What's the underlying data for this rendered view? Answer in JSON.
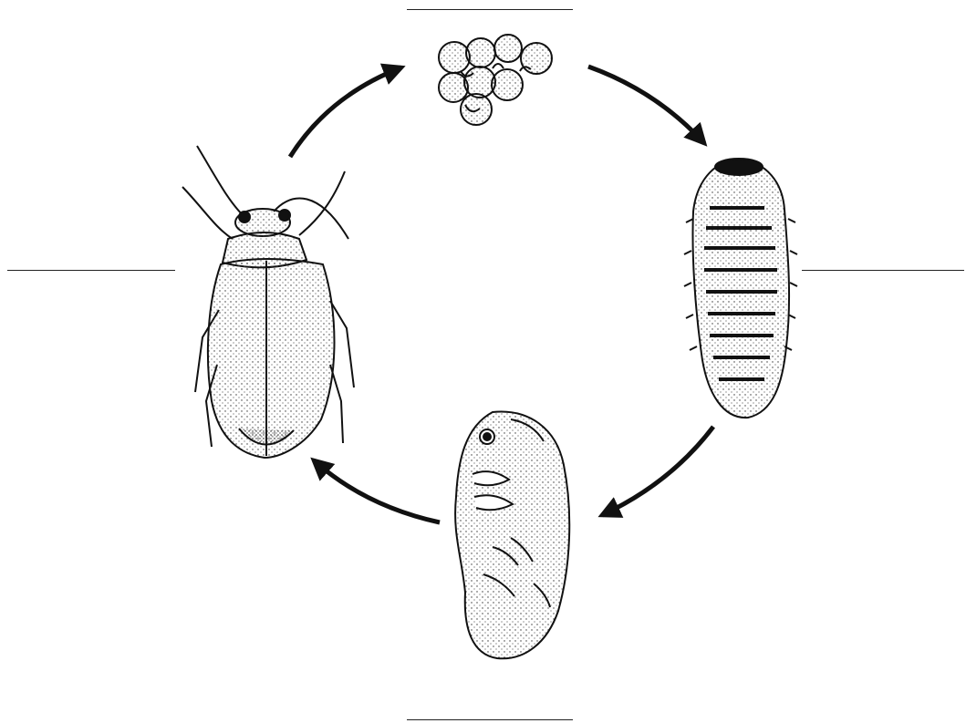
{
  "diagram": {
    "stages": [
      {
        "icon": "egg-cluster-icon",
        "position": "top"
      },
      {
        "icon": "larva-icon",
        "position": "right"
      },
      {
        "icon": "pupa-icon",
        "position": "bottom"
      },
      {
        "icon": "adult-beetle-icon",
        "position": "left"
      }
    ],
    "colors": {
      "ink": "#111111",
      "background": "#ffffff"
    }
  }
}
